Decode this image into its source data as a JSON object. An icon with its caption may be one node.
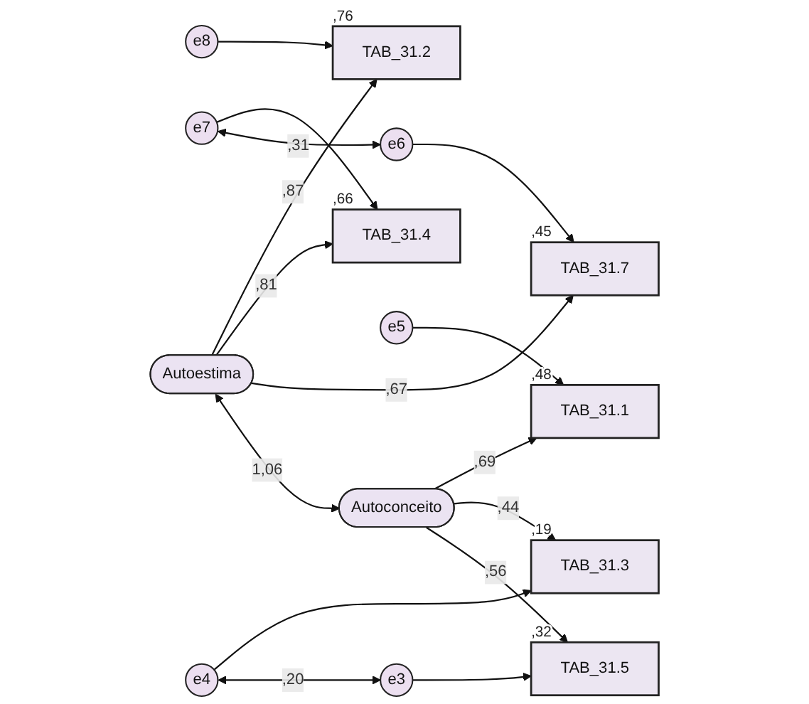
{
  "diagram": {
    "nodes": [
      {
        "text": [
          "e8"
        ]
      },
      {
        "text": [
          "TAB_31.2"
        ],
        "beside": [
          ",76"
        ]
      },
      {
        "text": [
          "e7"
        ]
      },
      {
        "text": [
          "TAB_31.4"
        ],
        "beside": [
          ",66"
        ]
      },
      {
        "text": [
          "e6"
        ]
      },
      {
        "text": [
          "TAB_31.7"
        ],
        "beside": [
          ",45"
        ]
      },
      {
        "text": [
          "Autoestima"
        ]
      },
      {
        "text": [
          "e5"
        ]
      },
      {
        "text": [
          "TAB_31.1"
        ],
        "beside": [
          ",48"
        ]
      },
      {
        "text": [
          "e4"
        ]
      },
      {
        "text": [
          "TAB_31.3"
        ],
        "beside": [
          ",19"
        ]
      },
      {
        "text": [
          "e3"
        ]
      },
      {
        "text": [
          "TAB_31.5"
        ],
        "beside": [
          ",32"
        ]
      },
      {
        "text": [
          "Autoconceito"
        ]
      }
    ],
    "edges": [
      {
        "from": 0,
        "to": 1,
        "arrow": "to"
      },
      {
        "from": 2,
        "to": 3,
        "arrow": "to"
      },
      {
        "from": 4,
        "to": 5,
        "arrow": "to"
      },
      {
        "from": 6,
        "to": 1,
        "arrow": "to",
        "label": ",87"
      },
      {
        "from": 6,
        "to": 3,
        "arrow": "to",
        "label": ",81"
      },
      {
        "from": 6,
        "to": 5,
        "arrow": "to",
        "label": ",67"
      },
      {
        "from": 2,
        "to": 4,
        "arrow": "both",
        "label": ",31"
      },
      {
        "from": 6,
        "to": 13,
        "arrow": "both",
        "label": "1,06"
      },
      {
        "from": 7,
        "to": 8,
        "arrow": "to"
      },
      {
        "from": 9,
        "to": 10,
        "arrow": "to"
      },
      {
        "from": 11,
        "to": 12,
        "arrow": "to"
      },
      {
        "from": 13,
        "to": 8,
        "arrow": "to",
        "label": ",69"
      },
      {
        "from": 13,
        "to": 10,
        "arrow": "to",
        "label": ",44"
      },
      {
        "from": 13,
        "to": 12,
        "arrow": "to",
        "label": ",56"
      },
      {
        "from": 9,
        "to": 11,
        "arrow": "both",
        "label": ",20"
      }
    ]
  }
}
